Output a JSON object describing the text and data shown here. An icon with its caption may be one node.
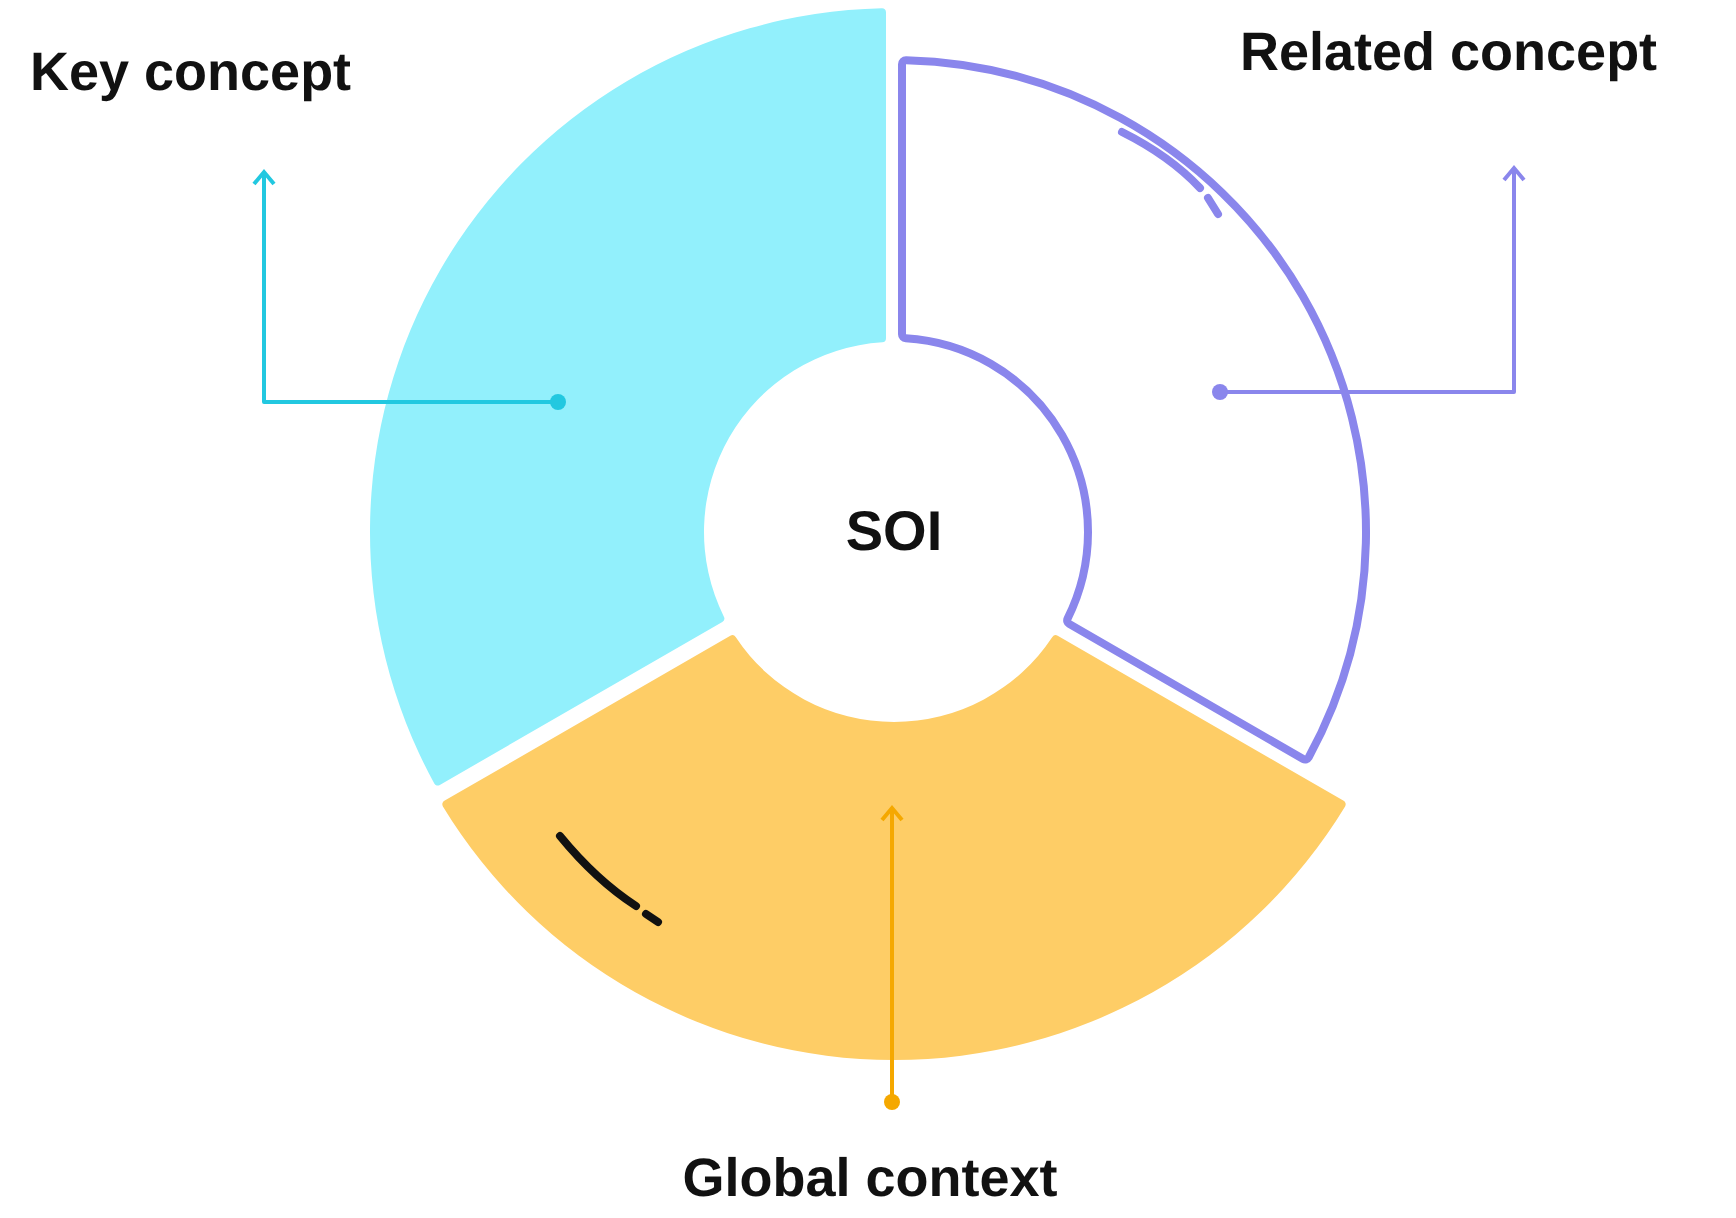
{
  "diagram": {
    "nodes": [
      {
        "text": [
          "Key concept"
        ]
      },
      {
        "text": [
          "Related concept"
        ]
      },
      {
        "text": [],
        "shape": "sector"
      },
      {
        "text": [],
        "shape": "sector"
      },
      {
        "text": [
          "SOI"
        ]
      },
      {
        "text": [],
        "shape": "sector"
      },
      {
        "text": [
          "Global context"
        ]
      }
    ],
    "edges": [
      {
        "from": 2,
        "to": 0,
        "arrow": "to",
        "color": "#22c8e0"
      },
      {
        "from": 3,
        "to": 1,
        "arrow": "to",
        "color": "#8a86ec"
      },
      {
        "from": 6,
        "to": 5,
        "arrow": "to",
        "color": "#f5a800"
      }
    ]
  }
}
